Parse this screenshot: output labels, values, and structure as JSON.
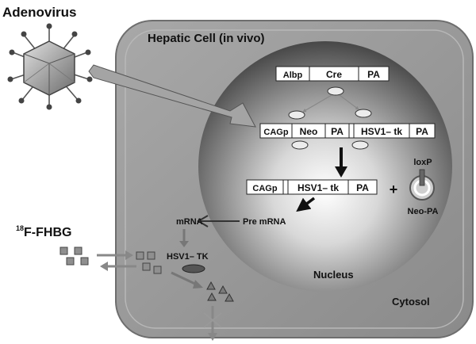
{
  "labels": {
    "adenovirus": "Adenovirus",
    "hepatic_cell": "Hepatic Cell (in vivo)",
    "nucleus": "Nucleus",
    "cytosol": "Cytosol",
    "tracer_superscript": "18",
    "tracer_name": "F-FHBG",
    "mrna": "mRNA",
    "pre_mrna": "Pre mRNA",
    "hsv1_tk_protein": "HSV1– TK",
    "loxp": "loxP",
    "neo_pa": "Neo-PA",
    "plus": "+"
  },
  "constructs": {
    "albp_cre": [
      "Albp",
      "Cre",
      "PA"
    ],
    "cagp_neo_tk": [
      "CAGp",
      "Neo",
      "PA",
      "HSV1– tk",
      "PA"
    ],
    "recombined": [
      "CAGp",
      "HSV1– tk",
      "PA"
    ]
  },
  "colors": {
    "cell_fill": "#9a9a9a",
    "cell_stroke": "#6e6e6e",
    "nucleus_center": "#ffffff",
    "nucleus_edge": "#4a4a4a",
    "box_fill": "#ffffff",
    "box_stroke": "#222222",
    "arrow_gray": "#888888",
    "arrow_dark": "#111111"
  }
}
